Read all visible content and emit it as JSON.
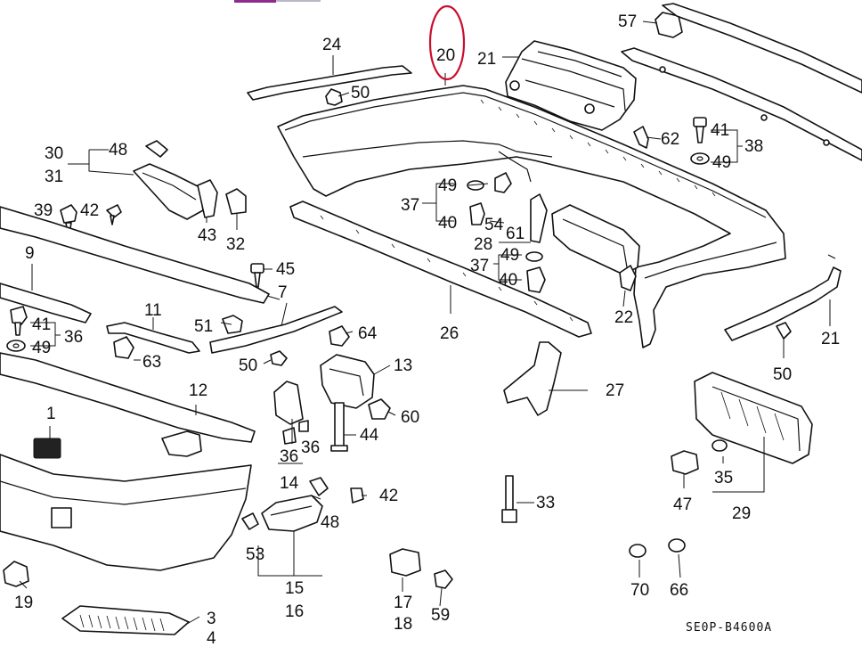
{
  "diagram": {
    "drawing_code": "SE0P-B4600A",
    "highlight_color": "#c8102e",
    "accent_bar_color": "#8e2c8e",
    "callouts": {
      "c1": "1",
      "c3": "3",
      "c4": "4",
      "c7": "7",
      "c9": "9",
      "c11": "11",
      "c12": "12",
      "c13": "13",
      "c14": "14",
      "c15": "15",
      "c16": "16",
      "c17": "17",
      "c18": "18",
      "c19": "19",
      "c20": "20",
      "c21a": "21",
      "c21b": "21",
      "c22": "22",
      "c24": "24",
      "c26": "26",
      "c27": "27",
      "c28": "28",
      "c29": "29",
      "c30": "30",
      "c31": "31",
      "c32": "32",
      "c33": "33",
      "c35": "35",
      "c36a": "36",
      "c36b": "36",
      "c36c": "36",
      "c37a": "37",
      "c37b": "37",
      "c38": "38",
      "c39": "39",
      "c40a": "40",
      "c40b": "40",
      "c41a": "41",
      "c41b": "41",
      "c42a": "42",
      "c42b": "42",
      "c43": "43",
      "c44": "44",
      "c45": "45",
      "c47": "47",
      "c48a": "48",
      "c48b": "48",
      "c49a": "49",
      "c49b": "49",
      "c49c": "49",
      "c49d": "49",
      "c50a": "50",
      "c50b": "50",
      "c50c": "50",
      "c51": "51",
      "c53": "53",
      "c54": "54",
      "c57": "57",
      "c59": "59",
      "c60": "60",
      "c61": "61",
      "c62": "62",
      "c63": "63",
      "c64": "64",
      "c66": "66",
      "c70": "70"
    }
  }
}
